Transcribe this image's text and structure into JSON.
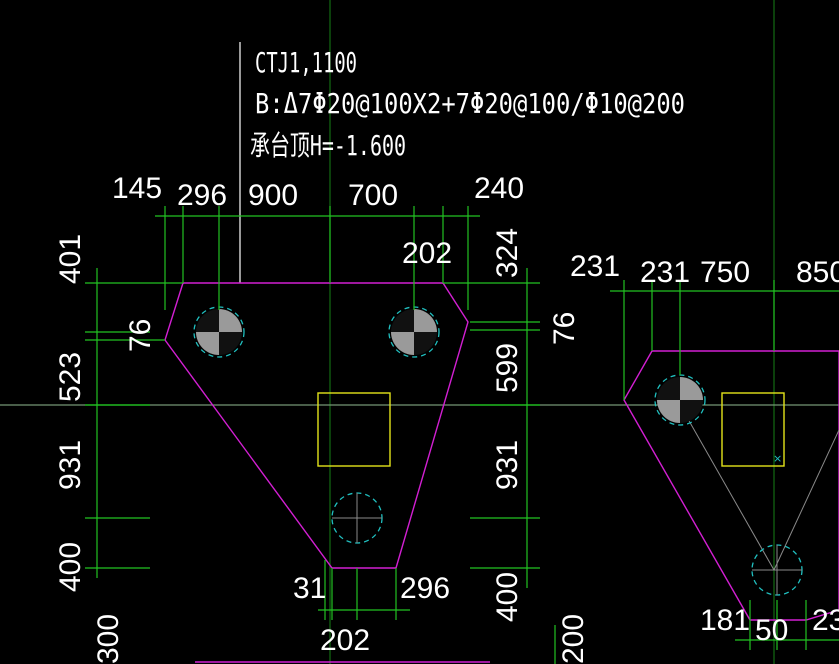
{
  "annotation": {
    "line1": "CTJ1,1100",
    "line2": "B:Δ7Φ20@100X2+7Φ20@100/Φ10@200",
    "line3": "承台顶H=-1.600"
  },
  "dimensions": {
    "top": [
      "145",
      "296",
      "900",
      "700",
      "240"
    ],
    "top_inner": "202",
    "left": [
      "401",
      "76",
      "523",
      "931",
      "400",
      "300"
    ],
    "right": [
      "324",
      "76",
      "599",
      "931",
      "400"
    ],
    "bottom": [
      "31",
      "296",
      "202"
    ],
    "right_cap_top": [
      "231",
      "231",
      "750",
      "850"
    ],
    "right_cap_bottom": [
      "181",
      "50",
      "23"
    ],
    "right_bottom_partial": "200"
  },
  "colors": {
    "background": "#000000",
    "dimension_lines": "#22c222",
    "cap_outline": "#d21fd2",
    "column": "#e3e31a",
    "piles": "#20c0c0",
    "text": "#ffffff"
  }
}
